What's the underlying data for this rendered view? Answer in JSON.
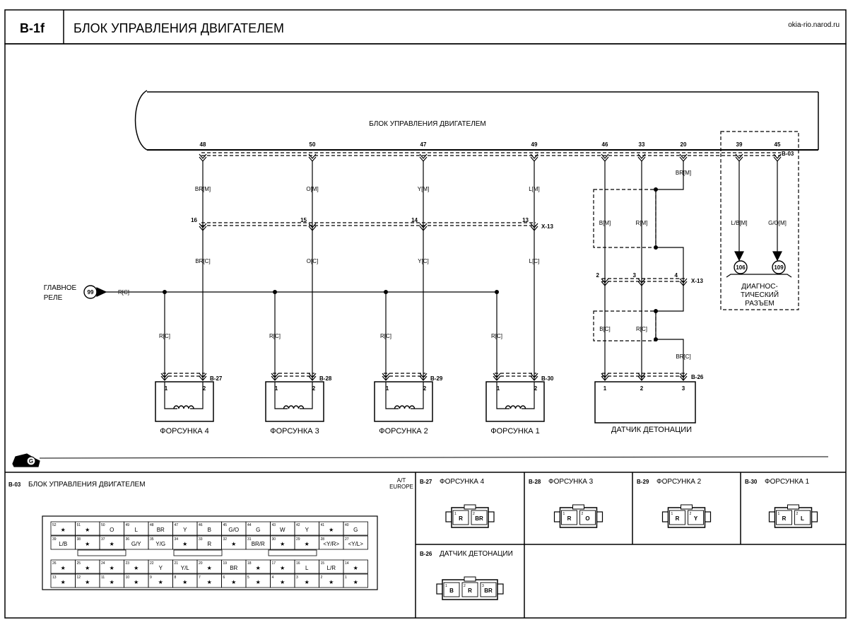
{
  "header": {
    "code": "B-1f",
    "title": "БЛОК УПРАВЛЕНИЯ ДВИГАТЕЛЕМ",
    "site": "okia-rio.narod.ru"
  },
  "ecu_label": "БЛОК УПРАВЛЕНИЯ ДВИГАТЕЛЕМ",
  "ecu_connector": "B-03",
  "mid_connector": "X-13",
  "main_relay": {
    "label_line1": "ГЛАВНОЕ",
    "label_line2": "РЕЛЕ",
    "ref": "99",
    "wire": "R[C]"
  },
  "pins": [
    "48",
    "50",
    "47",
    "49",
    "46",
    "33",
    "20",
    "39",
    "45"
  ],
  "injectors": [
    {
      "name": "ФОРСУНКА 4",
      "connector": "B-27",
      "upper_wire": "BR[M]",
      "lower_wire": "BR[C]",
      "x13_pin": "16",
      "supply": "R[C]"
    },
    {
      "name": "ФОРСУНКА 3",
      "connector": "B-28",
      "upper_wire": "O[M]",
      "lower_wire": "O[C]",
      "x13_pin": "15",
      "supply": "R[C]"
    },
    {
      "name": "ФОРСУНКА 2",
      "connector": "B-29",
      "upper_wire": "Y[M]",
      "lower_wire": "Y[C]",
      "x13_pin": "14",
      "supply": "R[C]"
    },
    {
      "name": "ФОРСУНКА 1",
      "connector": "B-30",
      "upper_wire": "L[M]",
      "lower_wire": "L[C]",
      "x13_pin": "13",
      "supply": "R[C]"
    }
  ],
  "terminal_numbers": [
    "1",
    "2",
    "3"
  ],
  "knock": {
    "name": "ДАТЧИК ДЕТОНАЦИИ",
    "connector": "B-26",
    "wires_upper": [
      "B[M]",
      "R[M]",
      "BR[M]"
    ],
    "wires_lower": [
      "B[C]",
      "R[C]",
      "BR[C]"
    ],
    "x13_pins": [
      "2",
      "3",
      "4"
    ]
  },
  "diag": {
    "line1": "ДИАГНОС-",
    "line2": "ТИЧЕСКИЙ",
    "line3": "РАЗЪЕМ",
    "wires": [
      "L/B[M]",
      "G/O[M]"
    ],
    "refs": [
      "106",
      "109"
    ]
  },
  "ground_symbol": "G",
  "bottom": {
    "b03": {
      "code": "B-03",
      "title": "БЛОК УПРАВЛЕНИЯ ДВИГАТЕЛЕМ",
      "note1": "A/T",
      "note2": "EUROPE",
      "rows": [
        [
          [
            "52",
            "★"
          ],
          [
            "51",
            "★"
          ],
          [
            "50",
            "O"
          ],
          [
            "49",
            "L"
          ],
          [
            "48",
            "BR"
          ],
          [
            "47",
            "Y"
          ],
          [
            "46",
            "B"
          ],
          [
            "45",
            "G/O"
          ],
          [
            "44",
            "G"
          ],
          [
            "43",
            "W"
          ],
          [
            "42",
            "Y"
          ],
          [
            "41",
            "★"
          ],
          [
            "40",
            "G"
          ]
        ],
        [
          [
            "39",
            "L/B"
          ],
          [
            "38",
            "★"
          ],
          [
            "37",
            "★"
          ],
          [
            "36",
            "G/Y"
          ],
          [
            "35",
            "Y/G"
          ],
          [
            "34",
            "★"
          ],
          [
            "33",
            "R"
          ],
          [
            "32",
            "★"
          ],
          [
            "31",
            "BR/R"
          ],
          [
            "30",
            "★"
          ],
          [
            "29",
            "★"
          ],
          [
            "28",
            "<Y/R>"
          ],
          [
            "27",
            "<Y/L>"
          ]
        ],
        [
          [
            "26",
            "★"
          ],
          [
            "25",
            "★"
          ],
          [
            "24",
            "★"
          ],
          [
            "23",
            "★"
          ],
          [
            "22",
            "Y"
          ],
          [
            "21",
            "Y/L"
          ],
          [
            "20",
            "★"
          ],
          [
            "19",
            "BR"
          ],
          [
            "18",
            "★"
          ],
          [
            "17",
            "★"
          ],
          [
            "16",
            "L"
          ],
          [
            "15",
            "L/R"
          ],
          [
            "14",
            "★"
          ]
        ],
        [
          [
            "13",
            "★"
          ],
          [
            "12",
            "★"
          ],
          [
            "11",
            "★"
          ],
          [
            "10",
            "★"
          ],
          [
            "9",
            "★"
          ],
          [
            "8",
            "★"
          ],
          [
            "7",
            "★"
          ],
          [
            "6",
            "★"
          ],
          [
            "5",
            "★"
          ],
          [
            "4",
            "★"
          ],
          [
            "3",
            "★"
          ],
          [
            "2",
            "★"
          ],
          [
            "1",
            "★"
          ]
        ]
      ]
    },
    "connectors": [
      {
        "code": "B-27",
        "name": "ФОРСУНКА 4",
        "pins": [
          [
            "1",
            "R"
          ],
          [
            "2",
            "BR"
          ]
        ]
      },
      {
        "code": "B-28",
        "name": "ФОРСУНКА 3",
        "pins": [
          [
            "1",
            "R"
          ],
          [
            "2",
            "O"
          ]
        ]
      },
      {
        "code": "B-29",
        "name": "ФОРСУНКА 2",
        "pins": [
          [
            "1",
            "R"
          ],
          [
            "2",
            "Y"
          ]
        ]
      },
      {
        "code": "B-30",
        "name": "ФОРСУНКА 1",
        "pins": [
          [
            "1",
            "R"
          ],
          [
            "2",
            "L"
          ]
        ]
      },
      {
        "code": "B-26",
        "name": "ДАТЧИК ДЕТОНАЦИИ",
        "pins": [
          [
            "1",
            "B"
          ],
          [
            "2",
            "R"
          ],
          [
            "3",
            "BR"
          ]
        ]
      }
    ]
  }
}
